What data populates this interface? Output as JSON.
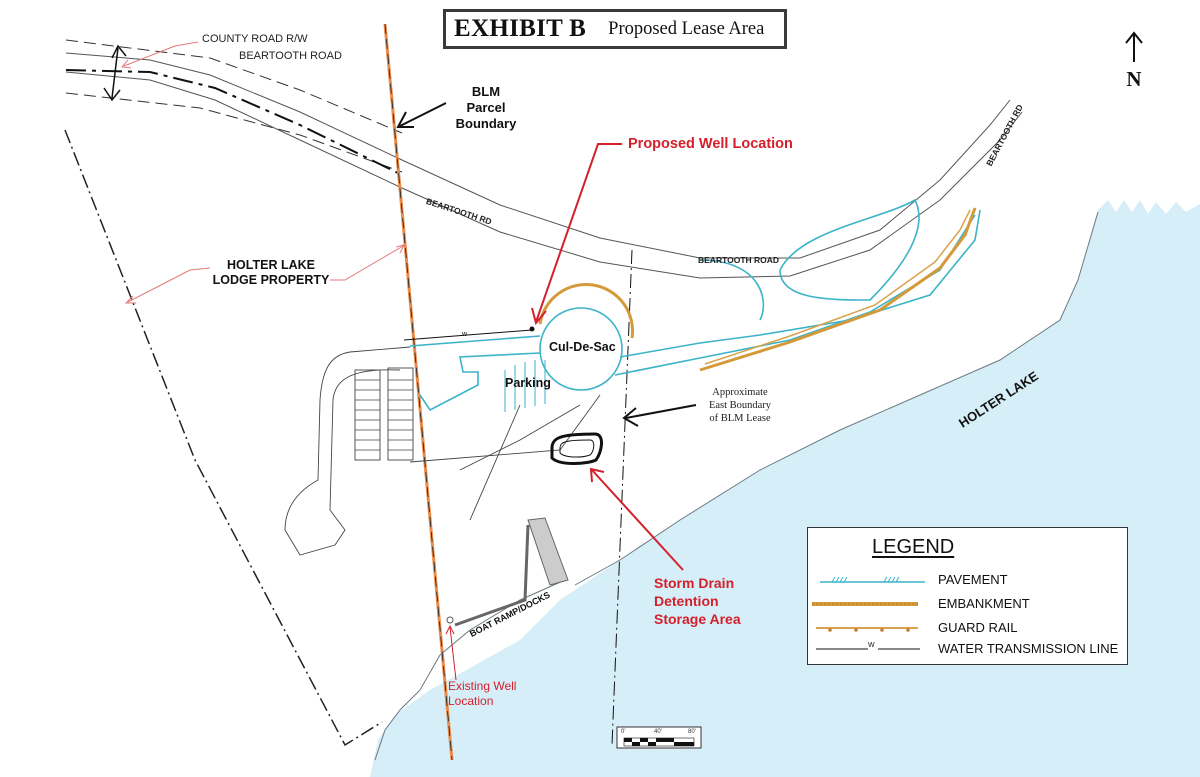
{
  "title": {
    "main": "EXHIBIT B",
    "sub": "Proposed Lease Area"
  },
  "north_arrow": {
    "label": "N"
  },
  "labels": {
    "county_road_rw": "COUNTY ROAD R/W",
    "beartooth_road_top": "BEARTOOTH ROAD",
    "blm_line1": "BLM",
    "blm_line2": "Parcel",
    "blm_line3": "Boundary",
    "proposed_well": "Proposed Well Location",
    "beartooth_rd_mid": "BEARTOOTH RD",
    "beartooth_road_right": "BEARTOOTH ROAD",
    "beartooth_rd_ne": "BEARTOOTH RD",
    "holter_lodge_line1": "HOLTER LAKE",
    "holter_lodge_line2": "LODGE PROPERTY",
    "cul_de_sac": "Cul-De-Sac",
    "parking": "Parking",
    "east_boundary_line1": "Approximate",
    "east_boundary_line2": "East Boundary",
    "east_boundary_line3": "of BLM Lease",
    "holter_lake": "HOLTER LAKE",
    "storm_line1": "Storm Drain",
    "storm_line2": "Detention",
    "storm_line3": "Storage Area",
    "boat_ramp": "BOAT RAMP/DOCKS",
    "existing_well_line1": "Existing Well",
    "existing_well_line2": "Location"
  },
  "legend": {
    "title": "LEGEND",
    "items": [
      {
        "label": "PAVEMENT",
        "color": "#3bb3c8",
        "style": "pavement"
      },
      {
        "label": "EMBANKMENT",
        "color": "#d49a3a",
        "style": "embankment"
      },
      {
        "label": "GUARD RAIL",
        "color": "#d9a24a",
        "style": "guard-rail"
      },
      {
        "label": "WATER TRANSMISSION LINE",
        "color": "#111111",
        "style": "water-line",
        "marker": "W"
      }
    ]
  },
  "scale_bar": {
    "ticks": [
      "0'",
      "40'",
      "80'"
    ]
  },
  "colors": {
    "water": "#d6eef8",
    "pavement": "#3bb3c8",
    "embankment": "#d49a3a",
    "blm_boundary": "#e88a4a",
    "annotation_red": "#d4202a",
    "leader_pink": "#e07a7a"
  }
}
